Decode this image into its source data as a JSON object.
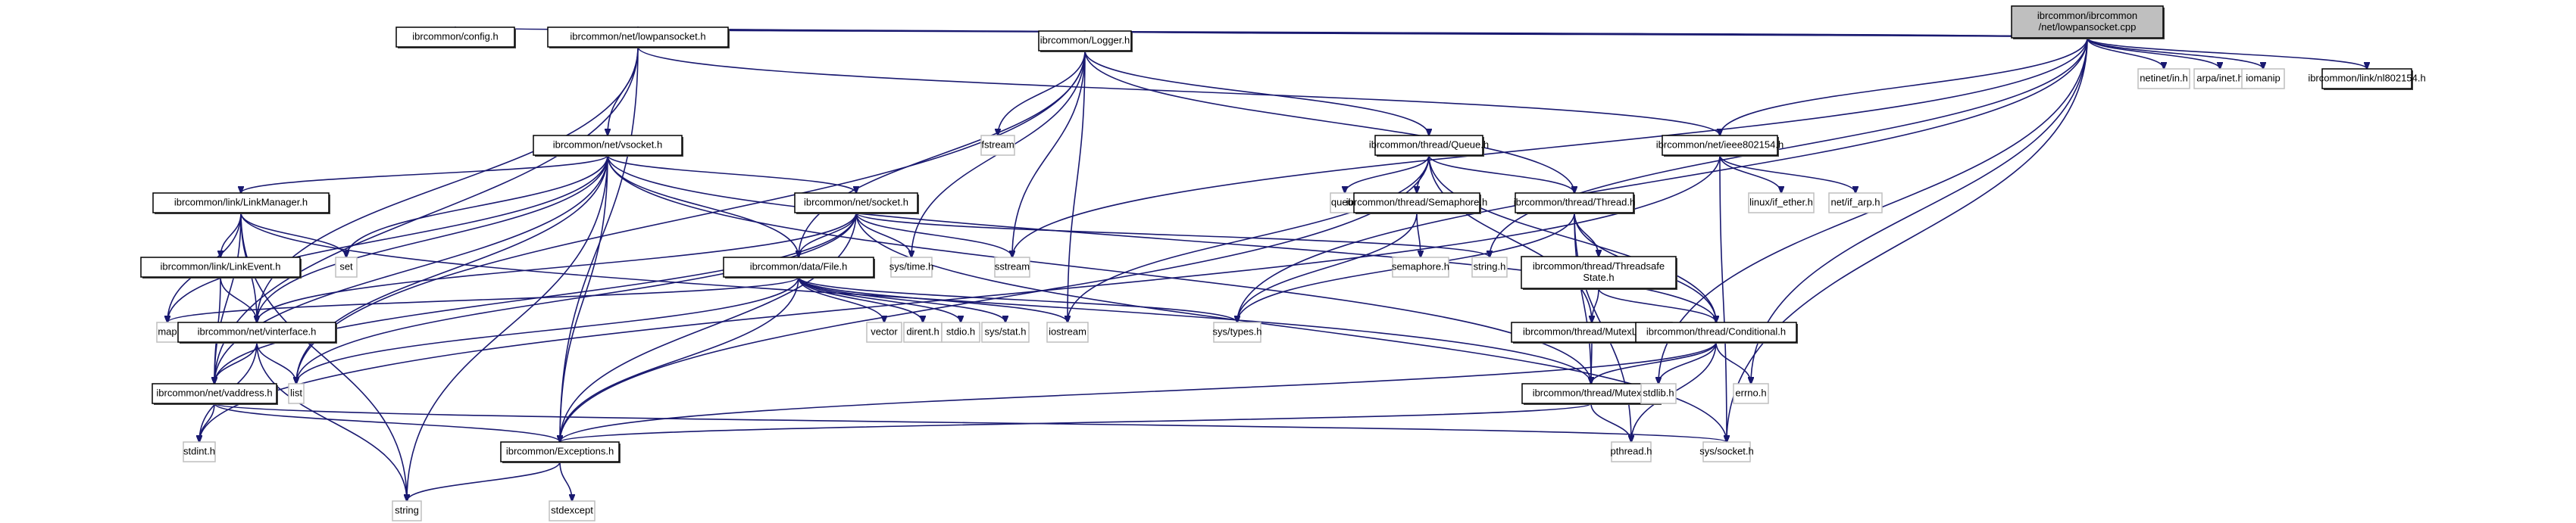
{
  "diagram": {
    "title": "Include dependency graph for lowpansocket.cpp",
    "colors": {
      "edge": "#191970",
      "root_fill": "#bfbfbf",
      "local_border": "#000000",
      "system_border": "#bfbfbf"
    },
    "nodes": [
      {
        "id": "root",
        "lines": [
          "ibrcommon/ibrcommon",
          "/net/lowpansocket.cpp"
        ],
        "kind": "root"
      },
      {
        "id": "config",
        "lines": [
          "ibrcommon/config.h"
        ],
        "kind": "local"
      },
      {
        "id": "lowpansocket_h",
        "lines": [
          "ibrcommon/net/lowpansocket.h"
        ],
        "kind": "local"
      },
      {
        "id": "logger",
        "lines": [
          "ibrcommon/Logger.h"
        ],
        "kind": "local"
      },
      {
        "id": "netinet_in",
        "lines": [
          "netinet/in.h"
        ],
        "kind": "system"
      },
      {
        "id": "arpa_inet",
        "lines": [
          "arpa/inet.h"
        ],
        "kind": "system"
      },
      {
        "id": "iomanip",
        "lines": [
          "iomanip"
        ],
        "kind": "system"
      },
      {
        "id": "nl802154",
        "lines": [
          "ibrcommon/link/nl802154.h"
        ],
        "kind": "local"
      },
      {
        "id": "vsocket",
        "lines": [
          "ibrcommon/net/vsocket.h"
        ],
        "kind": "local"
      },
      {
        "id": "fstream",
        "lines": [
          "fstream"
        ],
        "kind": "system"
      },
      {
        "id": "queue_h",
        "lines": [
          "ibrcommon/thread/Queue.h"
        ],
        "kind": "local"
      },
      {
        "id": "ieee802154",
        "lines": [
          "ibrcommon/net/ieee802154.h"
        ],
        "kind": "local"
      },
      {
        "id": "linkmanager",
        "lines": [
          "ibrcommon/link/LinkManager.h"
        ],
        "kind": "local"
      },
      {
        "id": "socket_h",
        "lines": [
          "ibrcommon/net/socket.h"
        ],
        "kind": "local"
      },
      {
        "id": "queue",
        "lines": [
          "queue"
        ],
        "kind": "system"
      },
      {
        "id": "semaphore_h",
        "lines": [
          "ibrcommon/thread/Semaphore.h"
        ],
        "kind": "local"
      },
      {
        "id": "thread_h",
        "lines": [
          "ibrcommon/thread/Thread.h"
        ],
        "kind": "local"
      },
      {
        "id": "if_ether",
        "lines": [
          "linux/if_ether.h"
        ],
        "kind": "system"
      },
      {
        "id": "if_arp",
        "lines": [
          "net/if_arp.h"
        ],
        "kind": "system"
      },
      {
        "id": "linkevent",
        "lines": [
          "ibrcommon/link/LinkEvent.h"
        ],
        "kind": "local"
      },
      {
        "id": "set",
        "lines": [
          "set"
        ],
        "kind": "system"
      },
      {
        "id": "file_h",
        "lines": [
          "ibrcommon/data/File.h"
        ],
        "kind": "local"
      },
      {
        "id": "sys_time",
        "lines": [
          "sys/time.h"
        ],
        "kind": "system"
      },
      {
        "id": "sstream",
        "lines": [
          "sstream"
        ],
        "kind": "system"
      },
      {
        "id": "semaphore_sys",
        "lines": [
          "semaphore.h"
        ],
        "kind": "system"
      },
      {
        "id": "string_h",
        "lines": [
          "string.h"
        ],
        "kind": "system"
      },
      {
        "id": "threadsafe",
        "lines": [
          "ibrcommon/thread/Threadsafe",
          "State.h"
        ],
        "kind": "local"
      },
      {
        "id": "map",
        "lines": [
          "map"
        ],
        "kind": "system"
      },
      {
        "id": "vinterface",
        "lines": [
          "ibrcommon/net/vinterface.h"
        ],
        "kind": "local"
      },
      {
        "id": "vector",
        "lines": [
          "vector"
        ],
        "kind": "system"
      },
      {
        "id": "dirent",
        "lines": [
          "dirent.h"
        ],
        "kind": "system"
      },
      {
        "id": "stdio",
        "lines": [
          "stdio.h"
        ],
        "kind": "system"
      },
      {
        "id": "sys_stat",
        "lines": [
          "sys/stat.h"
        ],
        "kind": "system"
      },
      {
        "id": "iostream",
        "lines": [
          "iostream"
        ],
        "kind": "system"
      },
      {
        "id": "sys_types",
        "lines": [
          "sys/types.h"
        ],
        "kind": "system"
      },
      {
        "id": "mutexlock",
        "lines": [
          "ibrcommon/thread/MutexLock.h"
        ],
        "kind": "local"
      },
      {
        "id": "conditional",
        "lines": [
          "ibrcommon/thread/Conditional.h"
        ],
        "kind": "local"
      },
      {
        "id": "vaddress",
        "lines": [
          "ibrcommon/net/vaddress.h"
        ],
        "kind": "local"
      },
      {
        "id": "list",
        "lines": [
          "list"
        ],
        "kind": "system"
      },
      {
        "id": "mutex_h",
        "lines": [
          "ibrcommon/thread/Mutex.h"
        ],
        "kind": "local"
      },
      {
        "id": "stdlib",
        "lines": [
          "stdlib.h"
        ],
        "kind": "system"
      },
      {
        "id": "errno",
        "lines": [
          "errno.h"
        ],
        "kind": "system"
      },
      {
        "id": "stdint",
        "lines": [
          "stdint.h"
        ],
        "kind": "system"
      },
      {
        "id": "exceptions",
        "lines": [
          "ibrcommon/Exceptions.h"
        ],
        "kind": "local"
      },
      {
        "id": "pthread",
        "lines": [
          "pthread.h"
        ],
        "kind": "system"
      },
      {
        "id": "sys_socket",
        "lines": [
          "sys/socket.h"
        ],
        "kind": "system"
      },
      {
        "id": "string",
        "lines": [
          "string"
        ],
        "kind": "system"
      },
      {
        "id": "stdexcept",
        "lines": [
          "stdexcept"
        ],
        "kind": "system"
      }
    ],
    "edges": [
      [
        "root",
        "config"
      ],
      [
        "root",
        "lowpansocket_h"
      ],
      [
        "root",
        "logger"
      ],
      [
        "root",
        "netinet_in"
      ],
      [
        "root",
        "arpa_inet"
      ],
      [
        "root",
        "iomanip"
      ],
      [
        "root",
        "nl802154"
      ],
      [
        "root",
        "ieee802154"
      ],
      [
        "root",
        "sstream"
      ],
      [
        "root",
        "string_h"
      ],
      [
        "root",
        "sys_types"
      ],
      [
        "root",
        "stdlib"
      ],
      [
        "root",
        "errno"
      ],
      [
        "root",
        "sys_socket"
      ],
      [
        "lowpansocket_h",
        "vsocket"
      ],
      [
        "lowpansocket_h",
        "ieee802154"
      ],
      [
        "lowpansocket_h",
        "vinterface"
      ],
      [
        "lowpansocket_h",
        "vaddress"
      ],
      [
        "lowpansocket_h",
        "exceptions"
      ],
      [
        "logger",
        "fstream"
      ],
      [
        "logger",
        "queue_h"
      ],
      [
        "logger",
        "thread_h"
      ],
      [
        "logger",
        "file_h"
      ],
      [
        "logger",
        "sys_time"
      ],
      [
        "logger",
        "sstream"
      ],
      [
        "logger",
        "iostream"
      ],
      [
        "logger",
        "list"
      ],
      [
        "vsocket",
        "linkmanager"
      ],
      [
        "vsocket",
        "socket_h"
      ],
      [
        "vsocket",
        "set"
      ],
      [
        "vsocket",
        "file_h"
      ],
      [
        "vsocket",
        "map"
      ],
      [
        "vsocket",
        "vinterface"
      ],
      [
        "vsocket",
        "vaddress"
      ],
      [
        "vsocket",
        "list"
      ],
      [
        "vsocket",
        "string"
      ],
      [
        "vsocket",
        "mutex_h"
      ],
      [
        "vsocket",
        "conditional"
      ],
      [
        "vsocket",
        "exceptions"
      ],
      [
        "queue_h",
        "queue"
      ],
      [
        "queue_h",
        "semaphore_h"
      ],
      [
        "queue_h",
        "thread_h"
      ],
      [
        "queue_h",
        "mutexlock"
      ],
      [
        "queue_h",
        "conditional"
      ],
      [
        "queue_h",
        "iostream"
      ],
      [
        "queue_h",
        "exceptions"
      ],
      [
        "ieee802154",
        "if_ether"
      ],
      [
        "ieee802154",
        "if_arp"
      ],
      [
        "ieee802154",
        "stdint"
      ],
      [
        "ieee802154",
        "sys_socket"
      ],
      [
        "linkmanager",
        "linkevent"
      ],
      [
        "linkmanager",
        "set"
      ],
      [
        "linkmanager",
        "map"
      ],
      [
        "linkmanager",
        "vinterface"
      ],
      [
        "linkmanager",
        "vaddress"
      ],
      [
        "linkmanager",
        "mutex_h"
      ],
      [
        "linkmanager",
        "string"
      ],
      [
        "socket_h",
        "file_h"
      ],
      [
        "socket_h",
        "vinterface"
      ],
      [
        "socket_h",
        "sys_time"
      ],
      [
        "socket_h",
        "sstream"
      ],
      [
        "socket_h",
        "string_h"
      ],
      [
        "socket_h",
        "list"
      ],
      [
        "socket_h",
        "vaddress"
      ],
      [
        "socket_h",
        "exceptions"
      ],
      [
        "socket_h",
        "sys_socket"
      ],
      [
        "semaphore_h",
        "semaphore_sys"
      ],
      [
        "semaphore_h",
        "sys_types"
      ],
      [
        "thread_h",
        "threadsafe"
      ],
      [
        "thread_h",
        "conditional"
      ],
      [
        "thread_h",
        "mutex_h"
      ],
      [
        "thread_h",
        "sys_types"
      ],
      [
        "thread_h",
        "pthread"
      ],
      [
        "linkevent",
        "vinterface"
      ],
      [
        "linkevent",
        "vaddress"
      ],
      [
        "file_h",
        "map"
      ],
      [
        "file_h",
        "vector"
      ],
      [
        "file_h",
        "dirent"
      ],
      [
        "file_h",
        "stdio"
      ],
      [
        "file_h",
        "sys_stat"
      ],
      [
        "file_h",
        "iostream"
      ],
      [
        "file_h",
        "sys_types"
      ],
      [
        "file_h",
        "list"
      ],
      [
        "file_h",
        "exceptions"
      ],
      [
        "threadsafe",
        "mutexlock"
      ],
      [
        "threadsafe",
        "conditional"
      ],
      [
        "vinterface",
        "vaddress"
      ],
      [
        "vinterface",
        "list"
      ],
      [
        "vinterface",
        "stdint"
      ],
      [
        "vinterface",
        "string"
      ],
      [
        "mutexlock",
        "mutex_h"
      ],
      [
        "conditional",
        "mutex_h"
      ],
      [
        "conditional",
        "pthread"
      ],
      [
        "conditional",
        "stdlib"
      ],
      [
        "conditional",
        "errno"
      ],
      [
        "conditional",
        "exceptions"
      ],
      [
        "vaddress",
        "stdint"
      ],
      [
        "vaddress",
        "exceptions"
      ],
      [
        "vaddress",
        "sys_socket"
      ],
      [
        "mutex_h",
        "exceptions"
      ],
      [
        "mutex_h",
        "pthread"
      ],
      [
        "exceptions",
        "string"
      ],
      [
        "exceptions",
        "stdexcept"
      ]
    ]
  }
}
